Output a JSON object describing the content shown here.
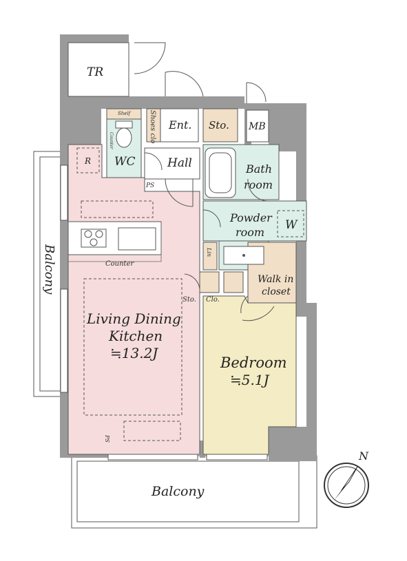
{
  "rooms": {
    "tr": "TR",
    "shelf": "Shelf",
    "shoes_clo": "Shoes clo",
    "ent": "Ent.",
    "sto_top": "Sto.",
    "mb": "MB",
    "counter_small": "Counter",
    "wc": "WC",
    "hall": "Hall",
    "bath_1": "Bath",
    "bath_2": "room",
    "r": "R",
    "ps_1": "PS",
    "powder_1": "Powder",
    "powder_2": "room",
    "w": "W",
    "lin": "Lin",
    "counter": "Counter",
    "walkin_1": "Walk in",
    "walkin_2": "closet",
    "sto_mid": "Sto.",
    "clo": "Clo.",
    "ldk_1": "Living Dining",
    "ldk_2": "Kitchen",
    "ldk_size": "≒13.2J",
    "bed_1": "Bedroom",
    "bed_size": "≒5.1J",
    "ps_2": "PS",
    "balcony_left": "Balcony",
    "balcony_bottom": "Balcony"
  },
  "compass": {
    "label": "N"
  },
  "colors": {
    "ldk": "#f6dcdc",
    "bedroom": "#f4ecc4",
    "wet": "#dcefe8",
    "storage": "#f1dfc7",
    "wall": "#9a9a9a"
  }
}
